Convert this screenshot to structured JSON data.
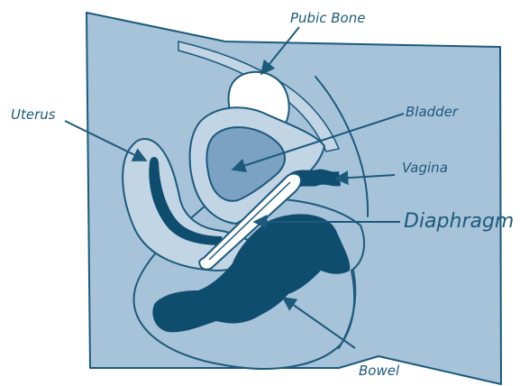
{
  "labels": {
    "pubic_bone": "Pubic Bone",
    "bladder": "Bladder",
    "uterus": "Uterus",
    "vagina": "Vagina",
    "diaphragm": "Diaphragm",
    "bowel": "Bowel"
  },
  "colors": {
    "background_panel": "#a7c3d9",
    "tissue_light": "#c1d5e5",
    "bladder_fill": "#7ba2c2",
    "dark_organ": "#0f4d6e",
    "outline": "#1c5a7c",
    "bone": "#ffffff",
    "label_text": "#1c5a7c"
  }
}
